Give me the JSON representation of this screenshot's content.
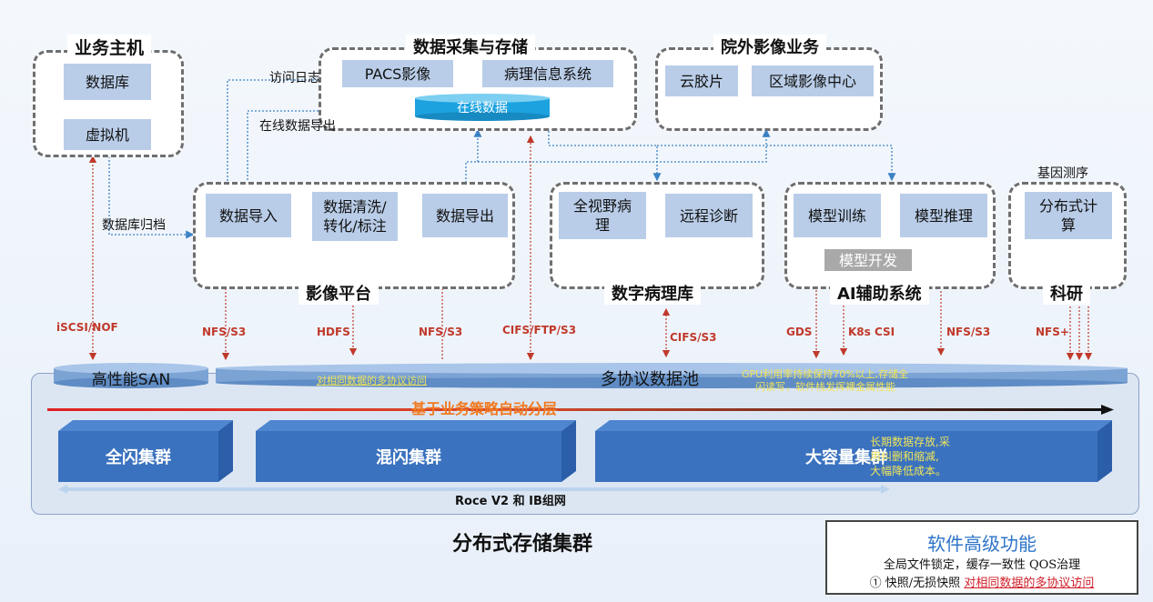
{
  "host": {
    "title": "业务主机",
    "database": "数据库",
    "vm": "虚拟机"
  },
  "collect": {
    "title": "数据采集与存储",
    "pacs": "PACS影像",
    "pathology_info": "病理信息系统",
    "online_data": "在线数据"
  },
  "external": {
    "title": "院外影像业务",
    "cloud_film": "云胶片",
    "regional": "区域影像中心"
  },
  "edge_labels": {
    "access_log": "访问日志",
    "online_export": "在线数据导出",
    "db_archive": "数据库归档",
    "gene_seq": "基因测序"
  },
  "imaging": {
    "title": "影像平台",
    "import": "数据导入",
    "clean_line1": "数据清洗/",
    "clean_line2": "转化/标注",
    "export": "数据导出"
  },
  "pathology": {
    "title": "数字病理库",
    "wsi_line1": "全视野病",
    "wsi_line2": "理",
    "remote": "远程诊断"
  },
  "ai": {
    "title": "AI辅助系统",
    "train": "模型训练",
    "infer": "模型推理",
    "dev": "模型开发"
  },
  "research": {
    "title": "科研",
    "dist_line1": "分布式计",
    "dist_line2": "算"
  },
  "protocols": {
    "iscsi": "iSCSI/NOF",
    "nfs1": "NFS/S3",
    "hdfs": "HDFS",
    "nfs2": "NFS/S3",
    "cifs1": "CIFS/FTP/S3",
    "cifs2": "CIFS/S3",
    "gds": "GDS",
    "k8s": "K8s CSI",
    "nfs3": "NFS/S3",
    "nfsplus": "NFS+"
  },
  "storage": {
    "san": "高性能SAN",
    "pool": "多协议数据池",
    "multi_access": "对相同数据的多协议访问",
    "gpu_line1": "GPU利用率持续保持70%以上,存储全",
    "gpu_line2": "闪读写，软件栈发挥裸金属性能",
    "tiering": "基于业务策略自动分层",
    "all_flash": "全闪集群",
    "hybrid": "混闪集群",
    "capacity": "大容量集群",
    "cap_line1": "长期数据存放,采",
    "cap_line2": "用纠删和缩减,",
    "cap_line3": "大幅降低成本。",
    "network": "Roce V2 和 IB组网",
    "cluster_title": "分布式存储集群"
  },
  "features": {
    "title": "软件高级功能",
    "line1": "全局文件锁定，缓存一致性 QOS治理",
    "line2_prefix": "① 快照/无损快照",
    "line2_link": "对相同数据的多协议访问"
  },
  "colors": {
    "box_fill": "#b9cde8",
    "cluster_fill": "#3a72bf",
    "arrow_red": "#c0392b",
    "link_blue": "#3b82c4",
    "tier_orange": "#f07a21"
  }
}
